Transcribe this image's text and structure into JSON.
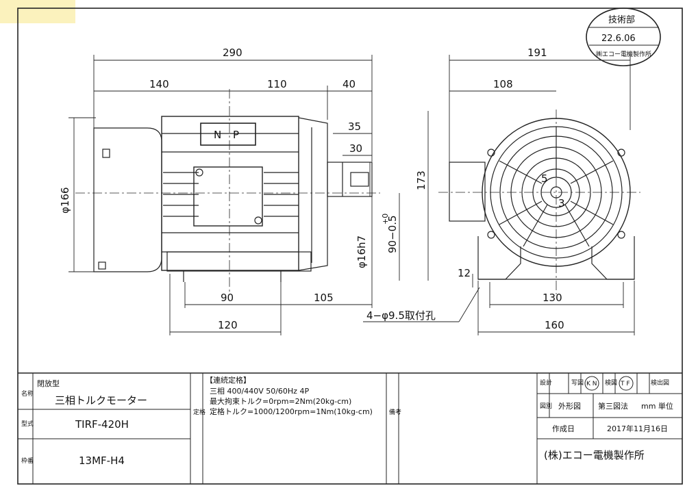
{
  "drawing": {
    "dimensions": {
      "overall_length": "290",
      "d140": "140",
      "d110": "110",
      "d40": "40",
      "d35": "35",
      "d30": "30",
      "dia166": "φ166",
      "shaft_dia": "φ16h7",
      "shaft_tol_upper": "+0",
      "shaft_tol": "90−0.5",
      "height173": "173",
      "d90": "90",
      "d105": "105",
      "d120": "120",
      "d191": "191",
      "d108": "108",
      "key5": "5",
      "key3": "3",
      "d12": "12",
      "d130": "130",
      "d160": "160",
      "mounting_holes": "4−φ9.5取付孔",
      "np_label": "N P"
    },
    "stamp": {
      "line1": "技術部",
      "line2": "22.6.06",
      "line3": "㈱エコー電機製作所"
    }
  },
  "title_block": {
    "name_label": "名称",
    "type_category": "閉放型",
    "product_name": "三相トルクモーター",
    "model_label": "型式",
    "model": "TIRF-420H",
    "frame_label": "枠番",
    "frame": "13MF-H4",
    "rating_label": "定格",
    "rating_heading": "【連続定格】",
    "rating_lines": [
      "三相  400/440V  50/60Hz  4P",
      "最大拘束トルク=0rpm=2Nm(20kg-cm)",
      "定格トルク=1000/1200rpm=1Nm(10kg-cm)"
    ],
    "remarks_label": "備考",
    "design_label": "設計",
    "copy_label": "写図",
    "check_label": "検図",
    "print_label": "検出図",
    "kn_mark": "K N",
    "tf_mark": "T F",
    "drawing_label": "図別",
    "drawing_type": "外形図",
    "projection": "第三図法",
    "unit": "mm 単位",
    "date_label": "作成日",
    "date": "2017年11月16日",
    "company": "(株)エコー電機製作所"
  }
}
